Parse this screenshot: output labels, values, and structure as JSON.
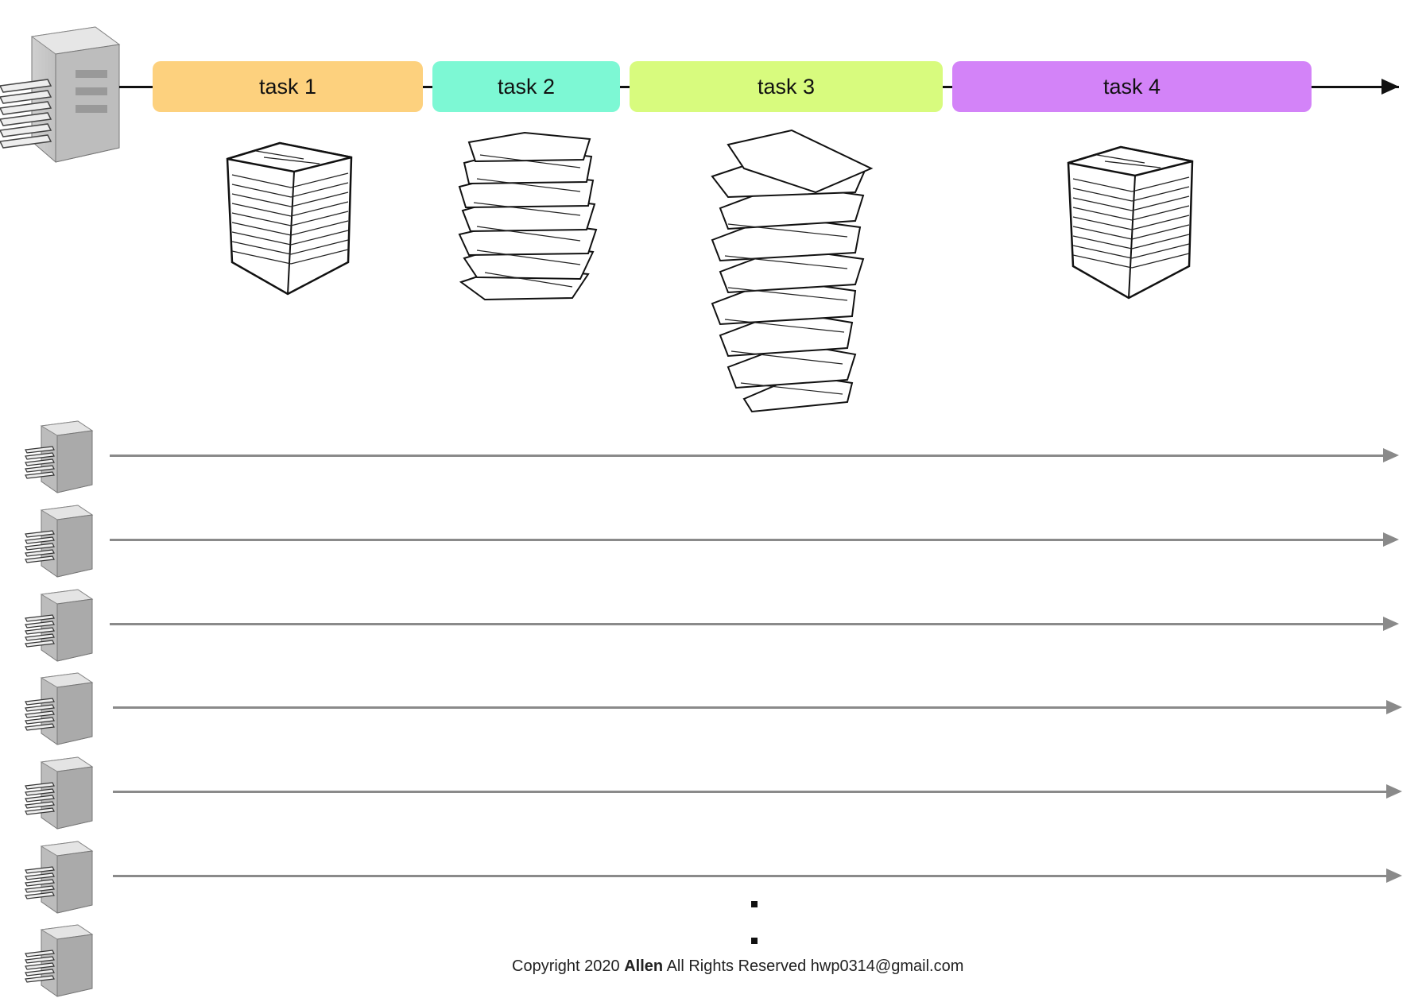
{
  "tasks": [
    {
      "label": "task 1",
      "color": "#FDD17E"
    },
    {
      "label": "task 2",
      "color": "#7DF8D4"
    },
    {
      "label": "task 3",
      "color": "#D8FB7E"
    },
    {
      "label": "task 4",
      "color": "#D383F8"
    }
  ],
  "footer": {
    "prefix": "Copyright 2020 ",
    "author": "Allen",
    "rights": " All Rights Reserved ",
    "email": "hwp0314@gmail.com"
  },
  "icons": {
    "machine": "copier-machine-icon",
    "stacks": [
      "neat-paper-stack-icon",
      "messy-paper-stack-icon",
      "tall-paper-stack-icon",
      "neat-paper-stack-icon"
    ]
  }
}
